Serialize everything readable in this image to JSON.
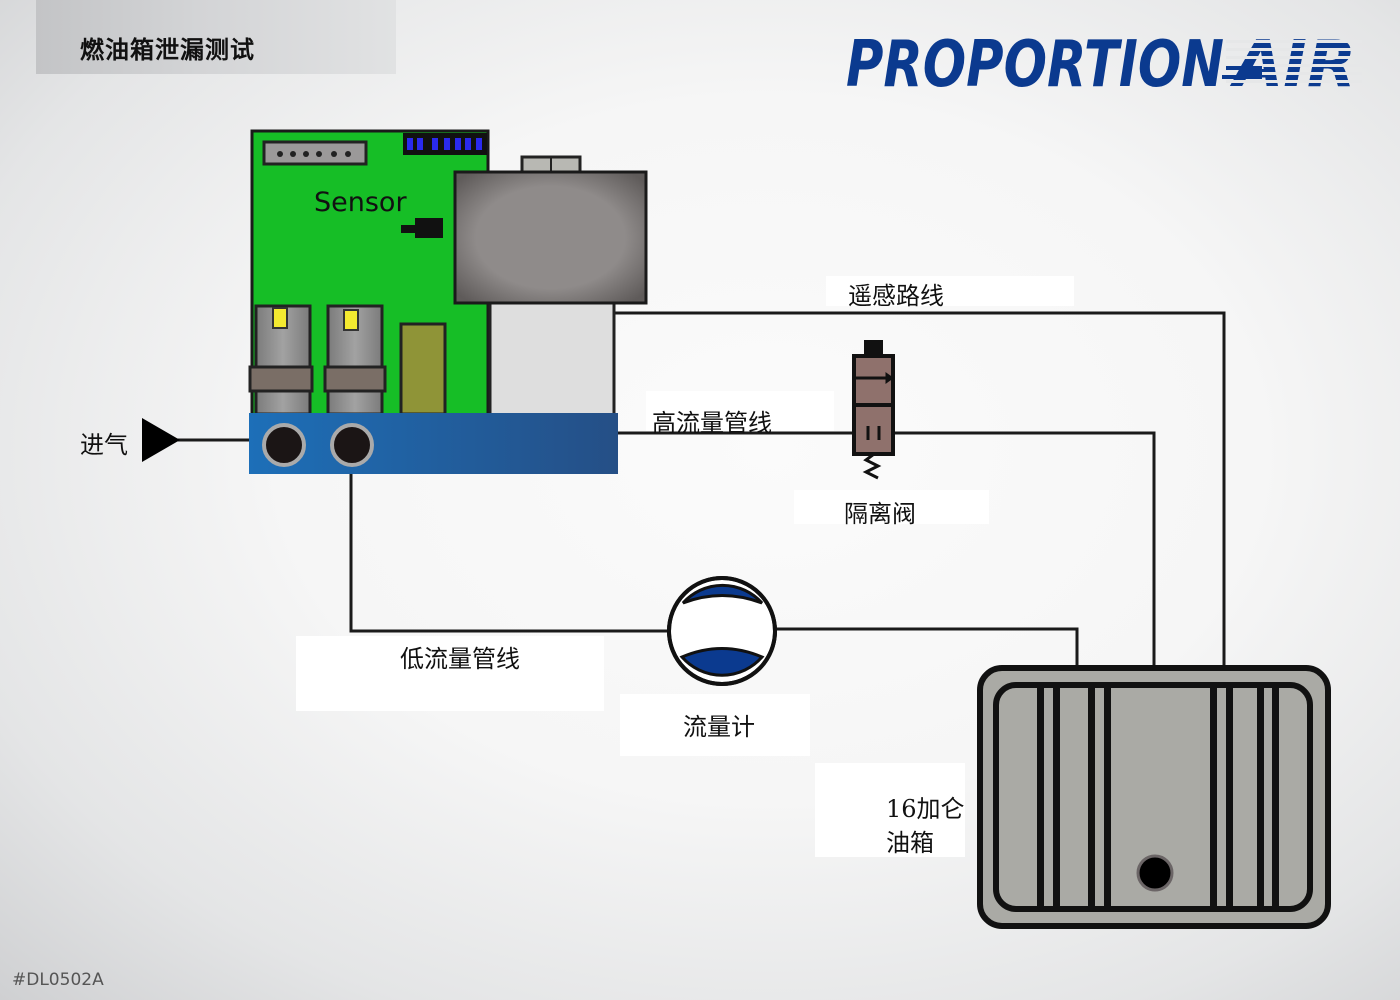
{
  "header": {
    "title": "燃油箱泄漏测试",
    "logo": {
      "brand_main": "PROPORTION",
      "brand_suffix": "AIR",
      "color": "#0b3a8f"
    }
  },
  "diagram": {
    "components": {
      "sensor_board": {
        "label": "Sensor",
        "board_color": "#16be26"
      },
      "manifold": {
        "color": "#1f64a8"
      },
      "isolation_valve": {
        "label": "隔离阀",
        "color": "#8f716c"
      },
      "flow_meter": {
        "label": "流量计",
        "color": "#0b3a8f"
      },
      "fuel_tank": {
        "label_line1": "16加仑",
        "label_line2": "油箱",
        "color": "#aaaaa5"
      },
      "inlet": {
        "label": "进气"
      }
    },
    "lines": {
      "remote_sense": "遥感路线",
      "high_flow": "高流量管线",
      "low_flow": "低流量管线"
    }
  },
  "footer": {
    "doc_id": "#DL0502A"
  }
}
